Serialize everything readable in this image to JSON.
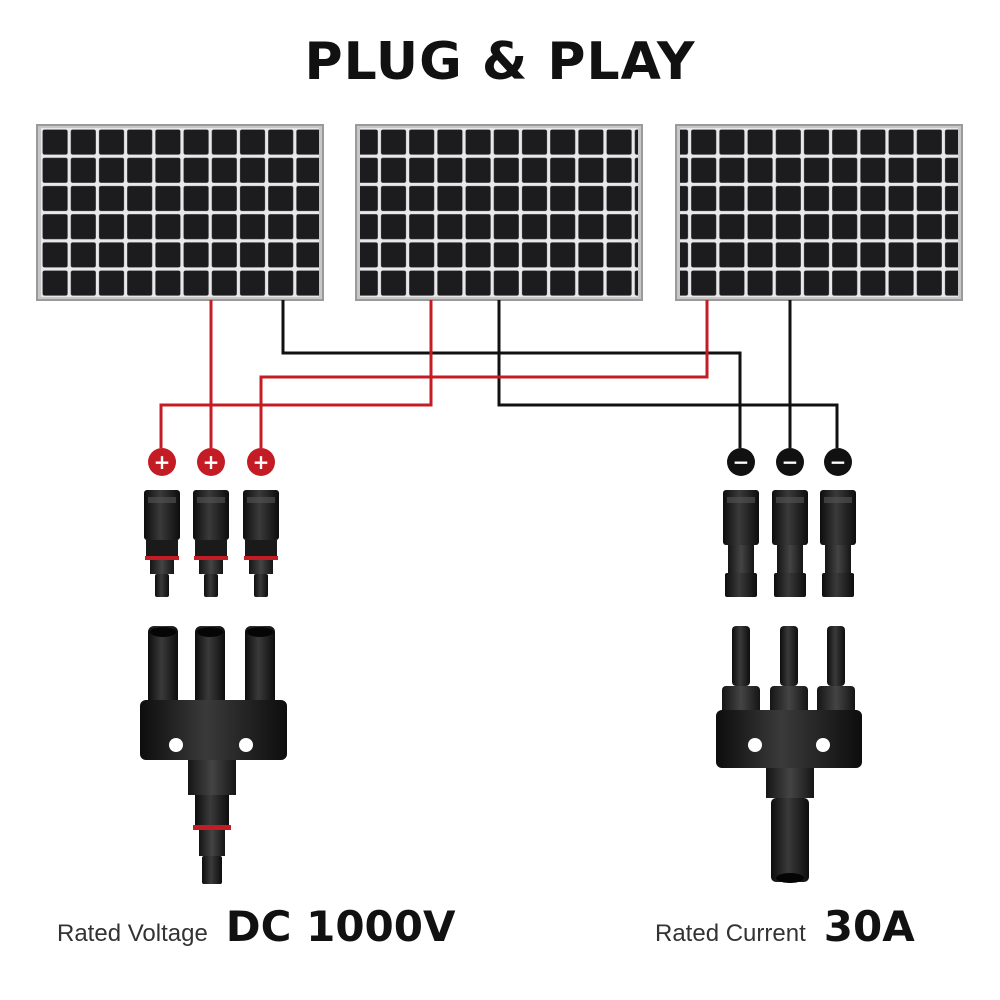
{
  "header": {
    "title": "PLUG & PLAY"
  },
  "colors": {
    "positive_wire": "#c41c24",
    "negative_wire": "#111111",
    "panel_frame": "#b9b9b9",
    "panel_cell": "#1c1c1e",
    "connector": "#222222"
  },
  "panels": [
    {
      "name": "solar-panel-1"
    },
    {
      "name": "solar-panel-2"
    },
    {
      "name": "solar-panel-3"
    }
  ],
  "polarity": {
    "positive_symbol": "+",
    "negative_symbol": "−"
  },
  "specs": {
    "voltage": {
      "label": "Rated Voltage",
      "value": "DC 1000V"
    },
    "current": {
      "label": "Rated Current",
      "value": "30A"
    }
  }
}
